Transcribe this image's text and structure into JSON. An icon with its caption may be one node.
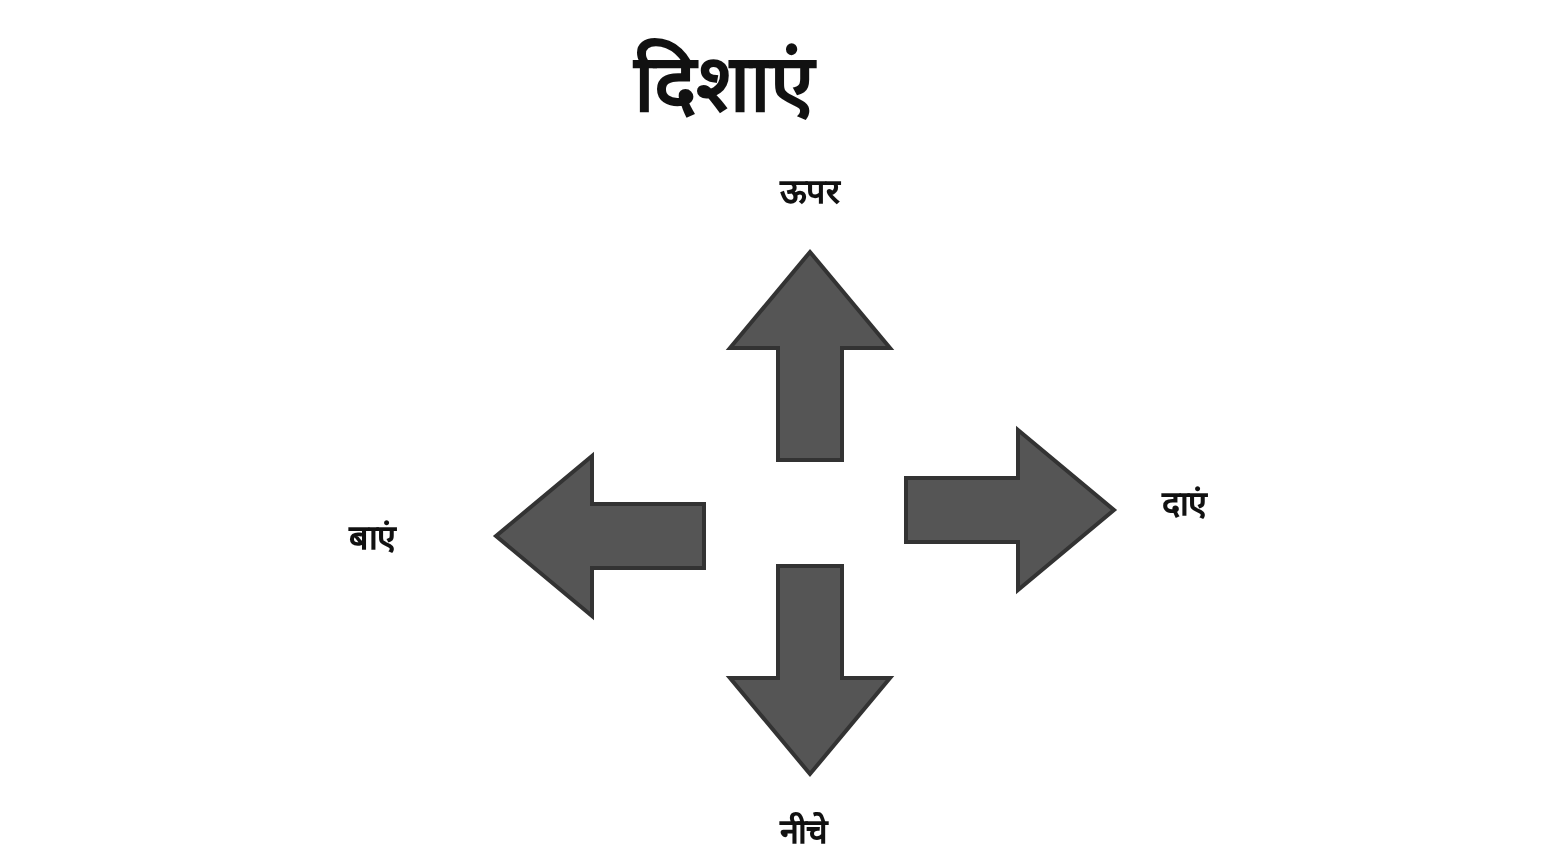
{
  "diagram": {
    "title": "दिशाएं",
    "labels": [
      "ऊपर",
      "बाएं",
      "दाएं",
      "नीचे"
    ]
  }
}
